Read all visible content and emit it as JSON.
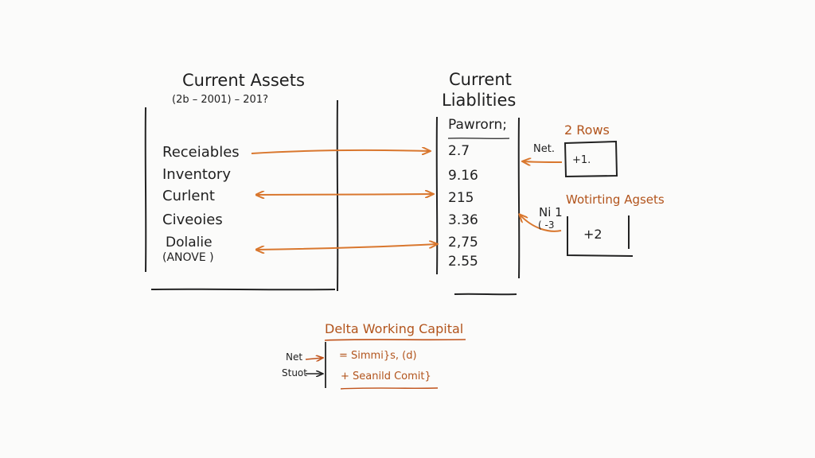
{
  "left_panel": {
    "title": "Current Assets",
    "subtitle": "(2b – 2001) – 201?",
    "rows": [
      "Receiables",
      "Inventory",
      "Curlent",
      "Civeoies",
      "Dolalie",
      "(ANOVE )"
    ]
  },
  "right_panel": {
    "title_line1": "Current",
    "title_line2": "Liablities",
    "header": "Pawrorn;",
    "values": [
      "2.7",
      "9.16",
      "215",
      "3.36",
      "2,75",
      "2.55"
    ]
  },
  "side_notes": {
    "rows_label": "2 Rows",
    "net_label": "Net.",
    "box1_value": "+1.",
    "working_assets_label": "Wotirting Agsets",
    "ni_label": "Ni 1",
    "paren_label": "( -3",
    "box2_value": "+2"
  },
  "formula": {
    "title": "Delta Working Capital",
    "net_label": "Net",
    "stuot_label": "Stuot",
    "line1": "= Simmi}s, (d)",
    "line2": "+ Seanild Comit}"
  },
  "colors": {
    "ink": "#1f1f1f",
    "accent": "#b2541c",
    "arrow": "#d9772e",
    "paper": "#fbfbfa"
  }
}
